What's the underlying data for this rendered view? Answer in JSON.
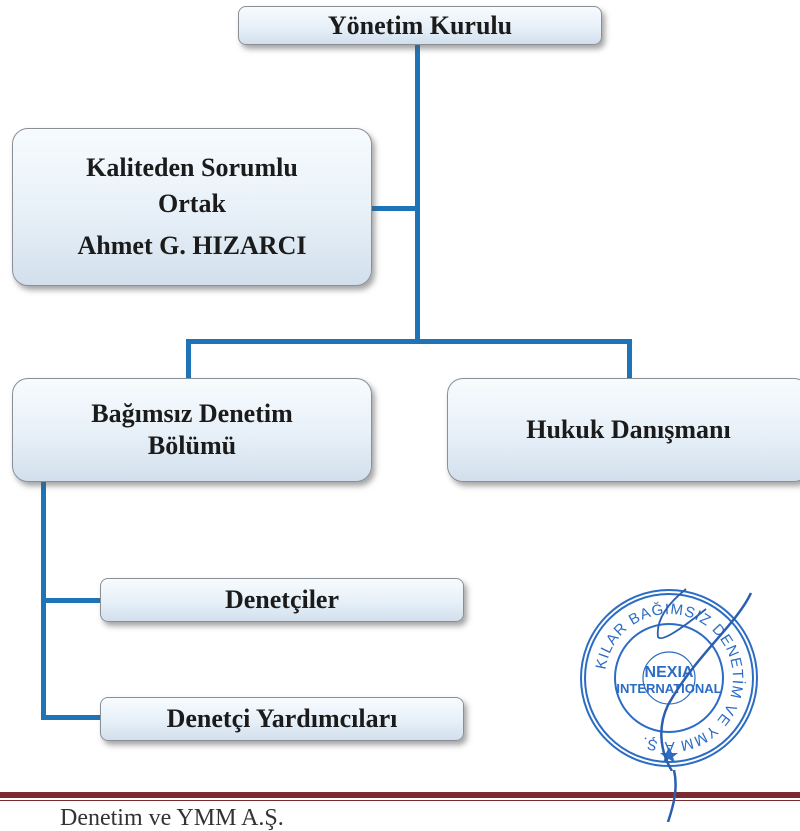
{
  "org_chart": {
    "board": {
      "label": "Yönetim Kurulu"
    },
    "quality_partner": {
      "line1": "Kaliteden Sorumlu",
      "line2": "Ortak",
      "name": "Ahmet G. HIZARCI"
    },
    "audit_department": {
      "line1": "Bağımsız Denetim",
      "line2": "Bölümü"
    },
    "legal_advisor": {
      "label": "Hukuk Danışmanı"
    },
    "auditors": {
      "label": "Denetçiler"
    },
    "assistant_auditors": {
      "label": "Denetçi Yardımcıları"
    }
  },
  "stamp": {
    "ring_text": "KILAR BAĞIMSIZ DENETİM VE YMM A.Ş.",
    "logo_line1": "NEXIA",
    "logo_line2": "INTERNATIONAL"
  },
  "footer": {
    "text": "Denetim ve YMM A.Ş."
  },
  "colors": {
    "connector": "#1f73b7",
    "stamp": "#2b6cc4",
    "footer_rule": "#7b2a2e"
  }
}
